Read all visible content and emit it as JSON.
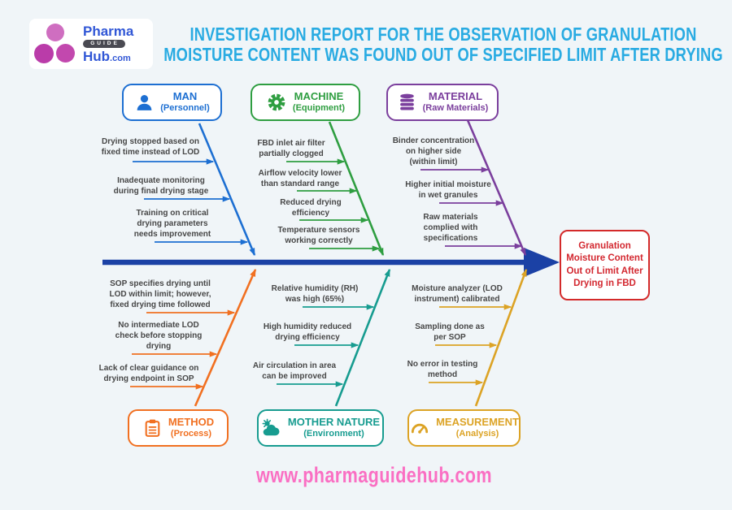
{
  "logo": {
    "line1": "Pharma",
    "badge": "GUIDE",
    "line2": "Hub",
    "suffix": ".com"
  },
  "title": {
    "line1": "INVESTIGATION REPORT FOR THE OBSERVATION OF GRANULATION",
    "line2": "MOISTURE CONTENT WAS FOUND OUT OF SPECIFIED LIMIT AFTER DRYING",
    "color": "#29abe2"
  },
  "diagram": {
    "effect": {
      "label": "Granulation\nMoisture Content\nOut of Limit After\nDrying in FBD",
      "color": "#d42a2a"
    },
    "spine_color": "#1b41a5",
    "categories": [
      {
        "name": "MAN",
        "sub": "(Personnel)",
        "icon": "person-icon",
        "color": "#1d6fd2",
        "causes": [
          "Drying stopped based on\nfixed time instead of LOD",
          "Inadequate monitoring\nduring final drying stage",
          "Training on critical\ndrying parameters\nneeds improvement"
        ]
      },
      {
        "name": "MACHINE",
        "sub": "(Equipment)",
        "icon": "gear-icon",
        "color": "#2f9e41",
        "causes": [
          "FBD inlet air filter\npartially clogged",
          "Airflow velocity lower\nthan standard range",
          "Reduced drying\nefficiency",
          "Temperature sensors\nworking correctly"
        ]
      },
      {
        "name": "MATERIAL",
        "sub": "(Raw Materials)",
        "icon": "database-icon",
        "color": "#7b3f9d",
        "causes": [
          "Binder concentration\non higher side\n(within limit)",
          "Higher initial moisture\nin wet granules",
          "Raw materials\ncomplied with\nspecifications"
        ]
      },
      {
        "name": "METHOD",
        "sub": "(Process)",
        "icon": "clipboard-icon",
        "color": "#f17021",
        "causes": [
          "SOP specifies drying until\nLOD within limit; however,\nfixed drying time followed",
          "No intermediate LOD\ncheck before stopping\ndrying",
          "Lack of clear guidance on\ndrying endpoint in SOP"
        ]
      },
      {
        "name": "MOTHER NATURE",
        "sub": "(Environment)",
        "icon": "sun-cloud-icon",
        "color": "#179c90",
        "causes": [
          "Relative humidity (RH)\nwas high (65%)",
          "High humidity reduced\ndrying efficiency",
          "Air circulation in area\ncan be improved"
        ]
      },
      {
        "name": "MEASUREMENT",
        "sub": "(Analysis)",
        "icon": "gauge-icon",
        "color": "#dca325",
        "causes": [
          "Moisture analyzer (LOD\ninstrument) calibrated",
          "Sampling done as\nper SOP",
          "No error in testing\nmethod"
        ]
      }
    ]
  },
  "footer": {
    "url": "www.pharmaguidehub.com",
    "color": "#fa6fc3"
  }
}
